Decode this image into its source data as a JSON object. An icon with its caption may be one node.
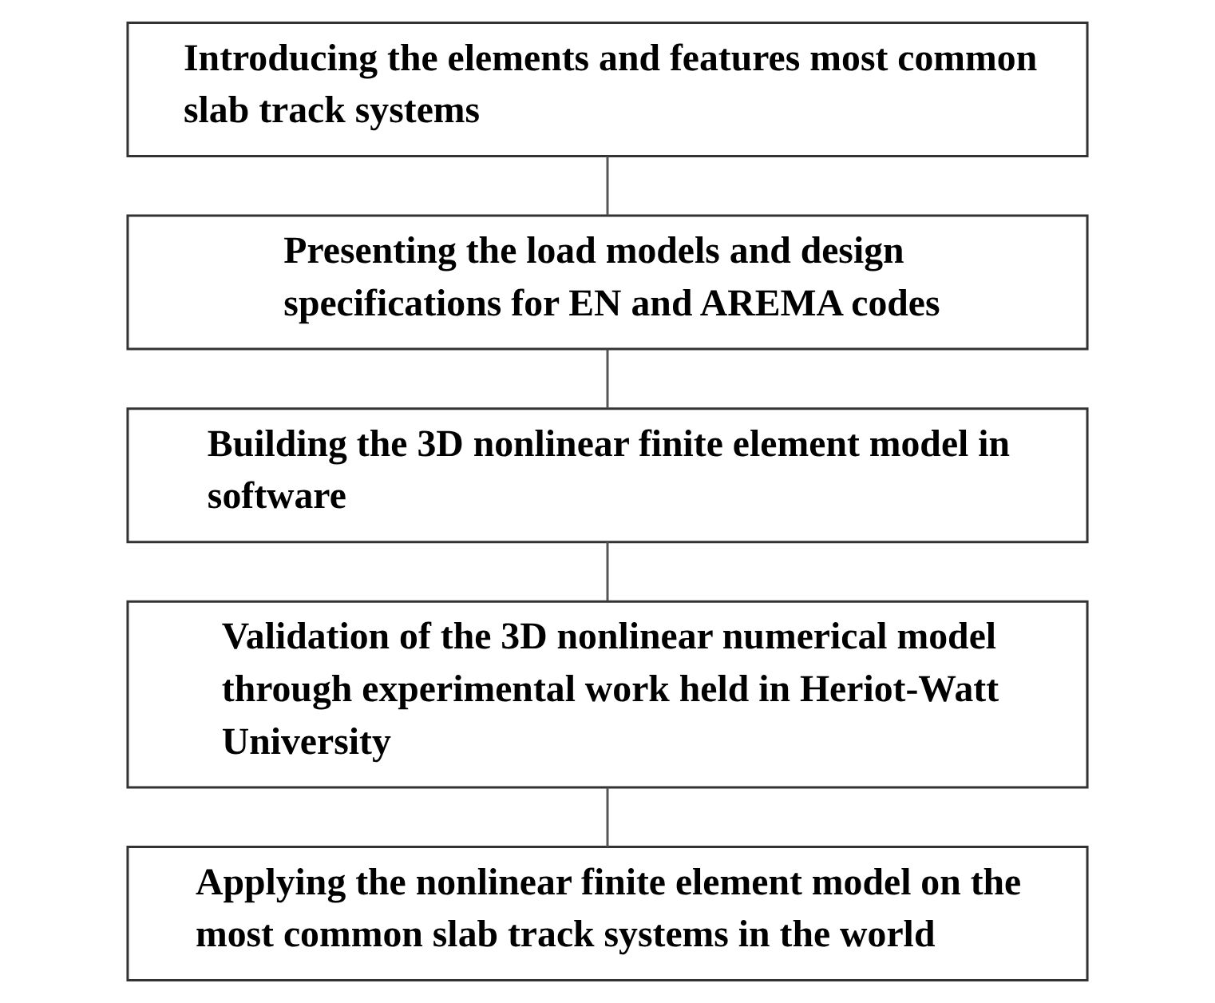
{
  "diagram": {
    "nodes": [
      {
        "text": [
          "Introducing the elements and features most common slab track systems"
        ]
      },
      {
        "text": [
          "Presenting the load models and design  specifications for EN and AREMA codes"
        ]
      },
      {
        "text": [
          "Building the 3D nonlinear finite element model in software"
        ]
      },
      {
        "text": [
          "Validation of the 3D nonlinear numerical model through experimental work held in Heriot-Watt University"
        ]
      },
      {
        "text": [
          "Applying the nonlinear finite element model on the most common slab track systems in the world"
        ]
      }
    ],
    "edges": [
      {
        "from": 0,
        "to": 1,
        "arrow": "none"
      },
      {
        "from": 1,
        "to": 2,
        "arrow": "none"
      },
      {
        "from": 2,
        "to": 3,
        "arrow": "none"
      },
      {
        "from": 3,
        "to": 4,
        "arrow": "none"
      }
    ]
  }
}
